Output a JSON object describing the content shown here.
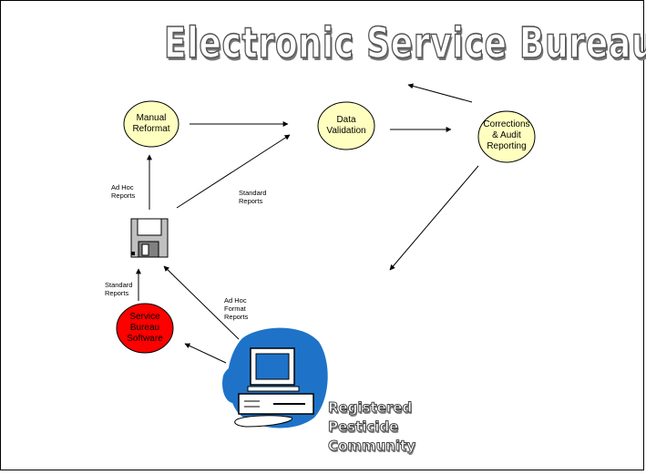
{
  "title": "Electronic Service Bureau",
  "nodes": {
    "manual_reformat": [
      "Manual",
      "Reformat"
    ],
    "data_validation": [
      "Data",
      "Validation"
    ],
    "corrections": [
      "Corrections",
      "& Audit",
      "Reporting"
    ],
    "service_bureau": [
      "Service",
      "Bureau",
      "Software"
    ]
  },
  "edge_labels": {
    "ad_hoc_reports": [
      "Ad Hoc",
      "Reports"
    ],
    "standard_reports_top": [
      "Standard",
      "Reports"
    ],
    "standard_reports_left": [
      "Standard",
      "Reports"
    ],
    "ad_hoc_format_reports": [
      "Ad Hoc",
      "Format",
      "Reports"
    ]
  },
  "community": [
    "Registered",
    "Pesticide",
    "Community"
  ],
  "colors": {
    "node_fill": "#ffffc0",
    "service_fill": "#ff0000",
    "computer_blob": "#1e73c8"
  }
}
